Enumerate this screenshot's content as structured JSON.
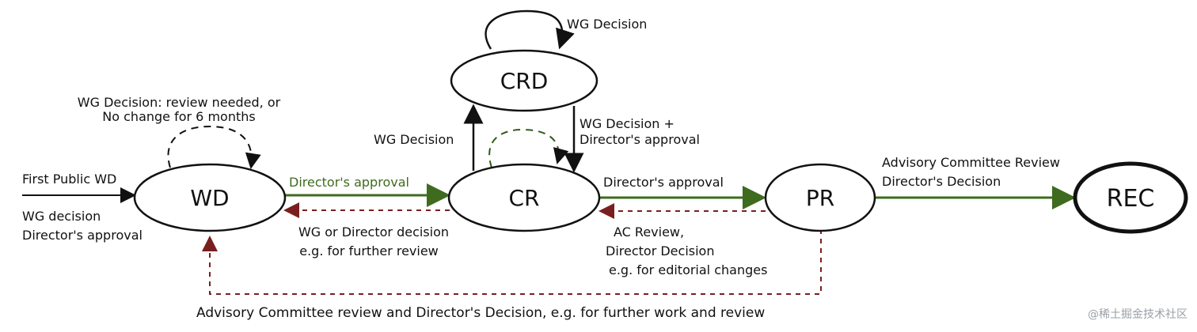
{
  "nodes": {
    "wd": "WD",
    "crd": "CRD",
    "cr": "CR",
    "pr": "PR",
    "rec": "REC"
  },
  "labels": {
    "first_public_wd": "First Public WD",
    "wg_decision_left_1": "WG decision",
    "wg_decision_left_2": "Director's approval",
    "wd_loop_1": "WG Decision: review needed, or",
    "wd_loop_2": "No change for 6 months",
    "crd_loop": "WG Decision",
    "cr_to_crd": "WG Decision",
    "crd_to_cr_1": "WG Decision +",
    "crd_to_cr_2": "Director's approval",
    "wd_to_cr": "Director's approval",
    "cr_to_wd_1": "WG or Director decision",
    "cr_to_wd_2": "e.g. for further review",
    "cr_to_pr": "Director's approval",
    "pr_to_cr_1": "AC Review,",
    "pr_to_cr_2": "Director Decision",
    "pr_to_cr_3": "e.g. for editorial changes",
    "pr_to_rec_1": "Advisory Committee Review",
    "pr_to_rec_2": "Director's Decision",
    "pr_to_wd": "Advisory Committee review and Director's Decision, e.g. for further work and review"
  },
  "watermark": "@稀土掘金技术社区",
  "colors": {
    "black": "#111111",
    "green": "#3f6b1f",
    "darkred": "#7a1f1f"
  }
}
